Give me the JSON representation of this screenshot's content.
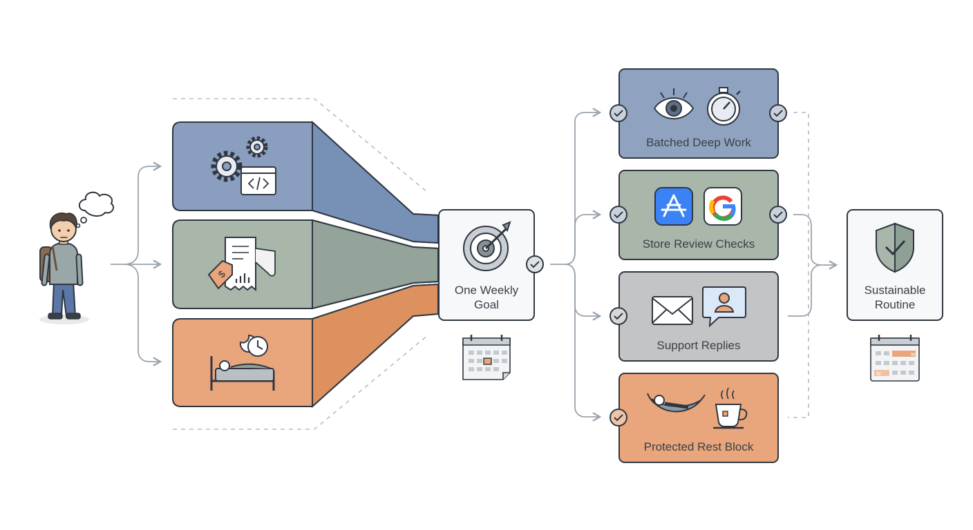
{
  "center": {
    "label_line1": "One Weekly",
    "label_line2": "Goal"
  },
  "outcome": {
    "label_line1": "Sustainable",
    "label_line2": "Routine"
  },
  "tasks": [
    {
      "label": "Batched Deep Work",
      "color": "#8fa3c1"
    },
    {
      "label": "Store Review Checks",
      "color": "#a9b6aa"
    },
    {
      "label": "Support Replies",
      "color": "#c2c4c6"
    },
    {
      "label": "Protected Rest Block",
      "color": "#e9a57b"
    }
  ],
  "streams": [
    {
      "name": "development",
      "color": "#8a9fc0",
      "shade": "#6f8ab2"
    },
    {
      "name": "finance",
      "color": "#a9b6aa",
      "shade": "#8fa096"
    },
    {
      "name": "rest",
      "color": "#e9a57b",
      "shade": "#d98e5e"
    }
  ],
  "calendar_outcome": {
    "badge": "W"
  },
  "colors": {
    "line": "#2f3640",
    "connector": "#9aa3ad",
    "card_bg": "#f7f8fa"
  }
}
